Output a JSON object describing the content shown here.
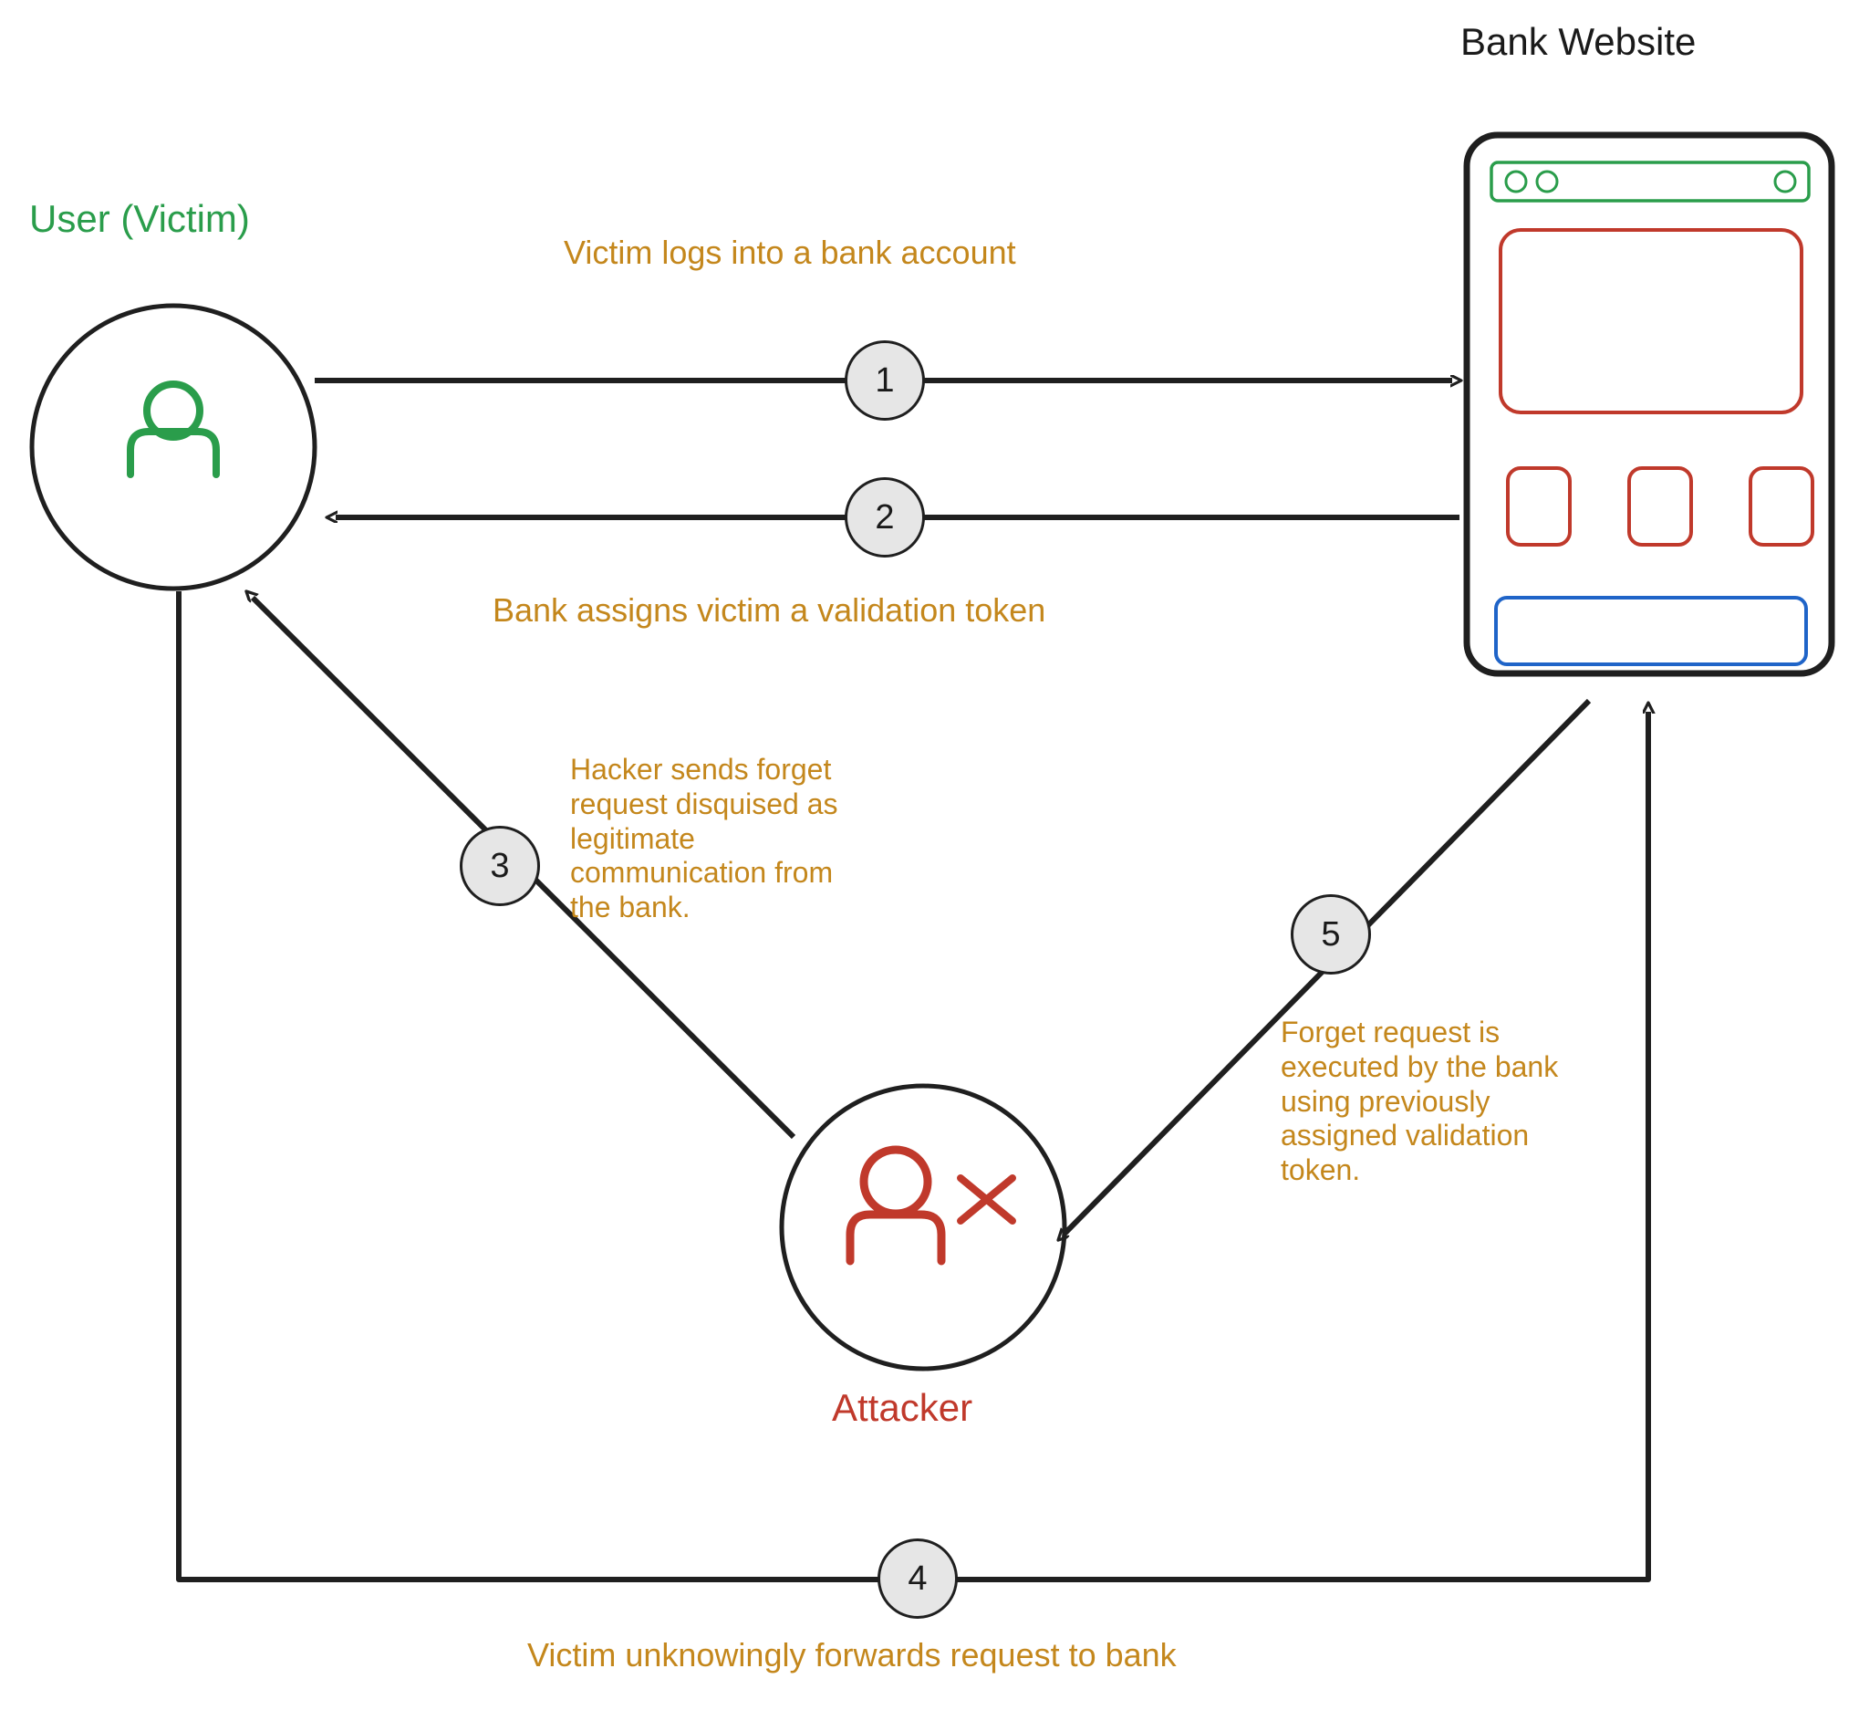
{
  "diagram": {
    "title_hidden": "CSRF attack flow diagram",
    "colors": {
      "green": "#2a9d4b",
      "red": "#c0392b",
      "orange": "#c4871c",
      "blue": "#1f64c8",
      "black": "#1f1f1f",
      "badge_fill": "#e6e6e6"
    },
    "nodes": {
      "user": {
        "label": "User (Victim)",
        "icon": "person-icon"
      },
      "attacker": {
        "label": "Attacker",
        "icon": "person-x-icon"
      },
      "bank": {
        "label": "Bank Website",
        "icon": "browser-window-icon",
        "browser_dots": 3,
        "content_blocks": 3,
        "footer_blocks": 1
      }
    },
    "steps": [
      {
        "number": "1",
        "text": "Victim logs into a bank account"
      },
      {
        "number": "2",
        "text": "Bank assigns victim a validation token"
      },
      {
        "number": "3",
        "text": "Hacker sends forget\nrequest disquised as\nlegitimate\ncommunication from\nthe bank."
      },
      {
        "number": "4",
        "text": "Victim unknowingly forwards request to bank"
      },
      {
        "number": "5",
        "text": "Forget request is\nexecuted by the bank\nusing previously\nassigned validation\ntoken."
      }
    ]
  }
}
